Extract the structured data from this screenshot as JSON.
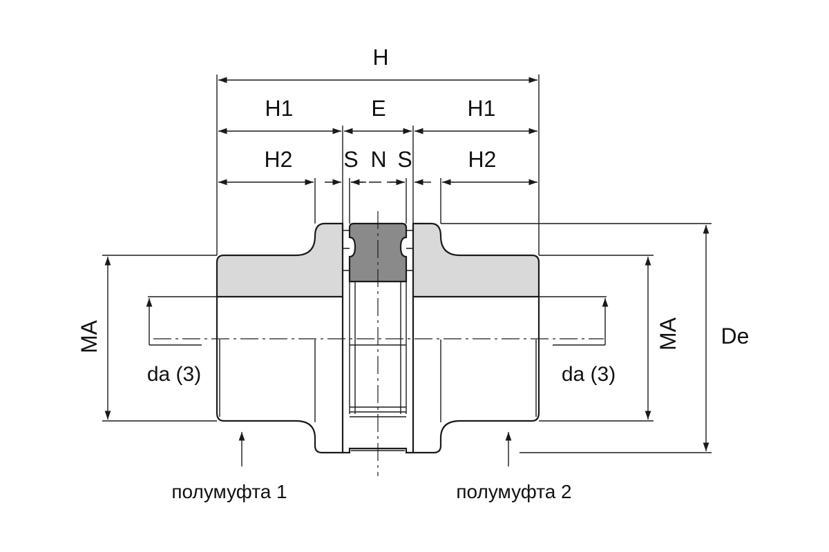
{
  "labels": {
    "H": "H",
    "H1_left": "H1",
    "E": "E",
    "H1_right": "H1",
    "H2_left": "H2",
    "S_left": "S",
    "N": "N",
    "S_right": "S",
    "H2_right": "H2",
    "MA_left": "MA",
    "MA_right": "MA",
    "De": "De",
    "da_left": "da (3)",
    "da_right": "da (3)",
    "hub1": "полумуфта 1",
    "hub2": "полумуфта 2"
  },
  "colors": {
    "hub_fill": "#d9d9d9",
    "spider_fill": "#8a8a8a",
    "line": "#1a1a1a",
    "background": "#ffffff"
  }
}
